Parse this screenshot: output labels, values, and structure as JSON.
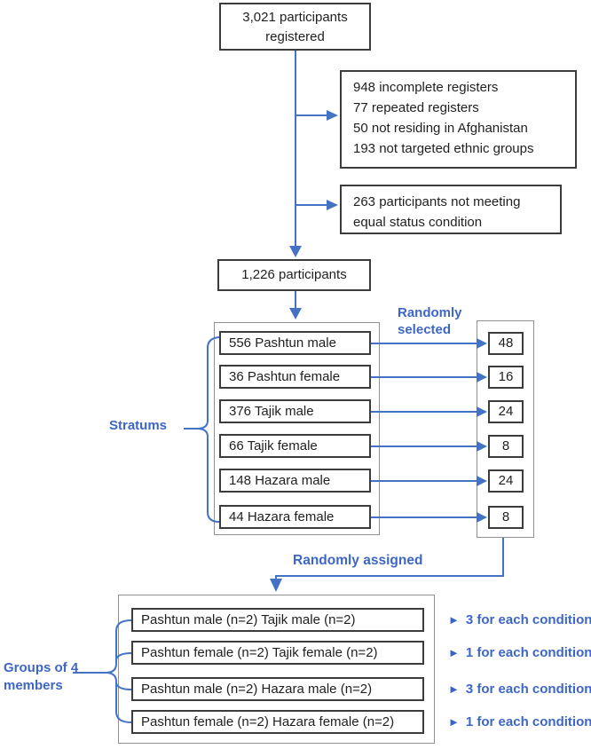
{
  "colors": {
    "blue_text": "#3E66C5",
    "blue_line": "#4472C4",
    "box_border": "#3C3C3C",
    "container_border": "#909090"
  },
  "top_box": {
    "text": "3,021 participants registered"
  },
  "exclusions": {
    "box1_lines": [
      "948 incomplete registers",
      "77 repeated registers",
      "50 not residing in Afghanistan",
      "193 not targeted ethnic groups"
    ],
    "box2_lines": [
      "263 participants not meeting",
      "equal status condition"
    ]
  },
  "eligible_box": {
    "text": "1,226 participants"
  },
  "stratums": {
    "label": "Stratums",
    "randomly_selected_label": "Randomly selected",
    "rows": [
      {
        "stratum": "556 Pashtun male",
        "selected": "48"
      },
      {
        "stratum": "36 Pashtun female",
        "selected": "16"
      },
      {
        "stratum": "376 Tajik male",
        "selected": "24"
      },
      {
        "stratum": "66 Tajik female",
        "selected": "8"
      },
      {
        "stratum": "148 Hazara male",
        "selected": "24"
      },
      {
        "stratum": "44 Hazara female",
        "selected": "8"
      }
    ]
  },
  "assignment": {
    "randomly_assigned_label": "Randomly assigned",
    "groups_label": "Groups of 4 members",
    "triangle_icon": "►",
    "rows": [
      {
        "group": "Pashtun male (n=2) Tajik male (n=2)",
        "condition": "3 for each condition"
      },
      {
        "group": "Pashtun female (n=2) Tajik female (n=2)",
        "condition": "1 for each condition"
      },
      {
        "group": "Pashtun male (n=2) Hazara male (n=2)",
        "condition": "3 for each condition"
      },
      {
        "group": "Pashtun female (n=2) Hazara female (n=2)",
        "condition": "1 for each condition"
      }
    ]
  }
}
